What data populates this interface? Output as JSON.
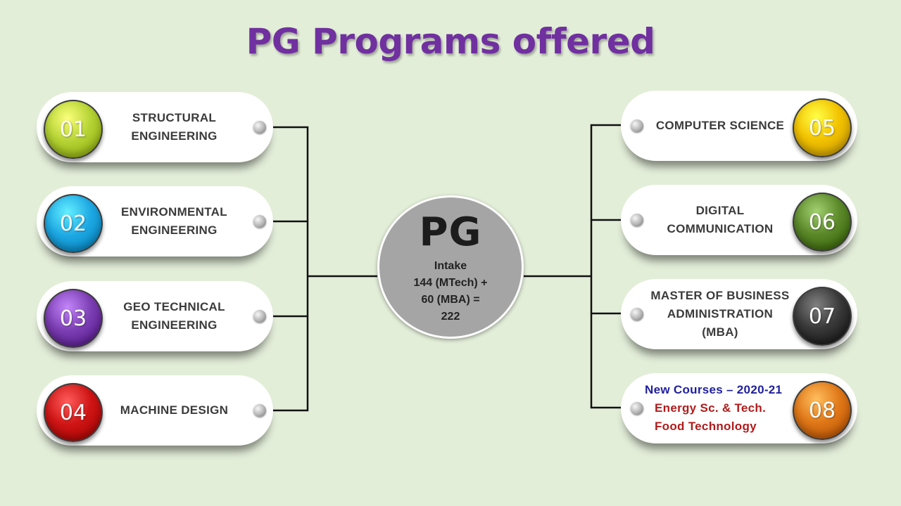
{
  "title": "PG Programs offered",
  "center": {
    "heading": "PG",
    "intake_lines": [
      "Intake",
      "144 (MTech) +",
      "60 (MBA) =",
      "222"
    ]
  },
  "programs_left": [
    {
      "number": "01",
      "lines": [
        "STRUCTURAL",
        "ENGINEERING"
      ],
      "color": "#b5d334"
    },
    {
      "number": "02",
      "lines": [
        "ENVIRONMENTAL",
        "ENGINEERING"
      ],
      "color": "#1ea9e4"
    },
    {
      "number": "03",
      "lines": [
        "GEO TECHNICAL",
        "ENGINEERING"
      ],
      "color": "#7d3fb4"
    },
    {
      "number": "04",
      "lines": [
        "MACHINE DESIGN"
      ],
      "color": "#cf1515"
    }
  ],
  "programs_right": [
    {
      "number": "05",
      "lines": [
        "COMPUTER SCIENCE"
      ],
      "color": "#f2c200"
    },
    {
      "number": "06",
      "lines": [
        "DIGITAL",
        "COMMUNICATION"
      ],
      "color": "#5c8a2a"
    },
    {
      "number": "07",
      "lines": [
        "MASTER OF BUSINESS",
        "ADMINISTRATION",
        "(MBA)"
      ],
      "color": "#3a3a3a"
    },
    {
      "number": "08",
      "new_courses": {
        "heading": "New Courses – 2020-21",
        "items": [
          "Energy Sc. & Tech.",
          "Food Technology"
        ]
      },
      "color": "#e07818"
    }
  ]
}
